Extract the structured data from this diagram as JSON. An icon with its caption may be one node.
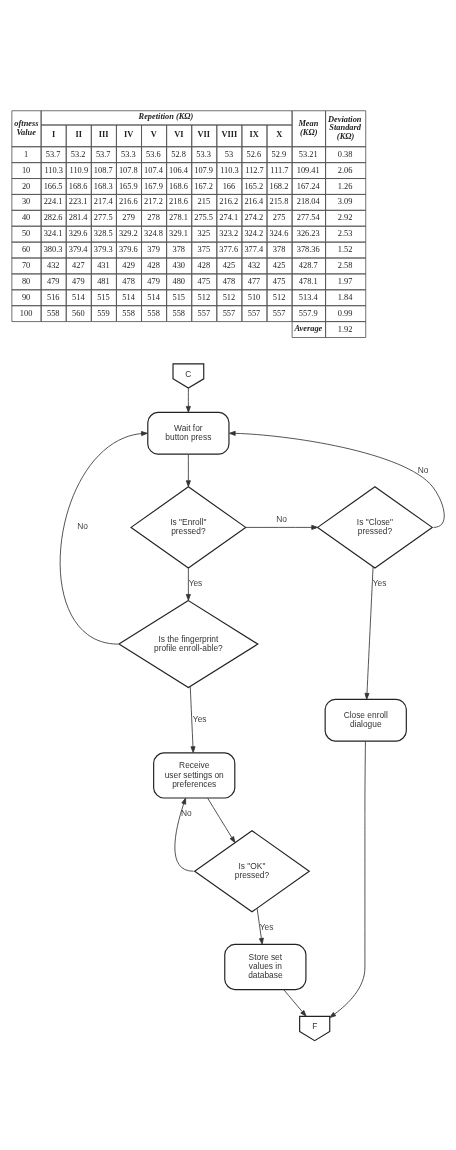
{
  "diagram": {
    "nodes": [
      {
        "text": [
          "C"
        ]
      },
      {
        "text": [
          "Wait for button press"
        ]
      },
      {
        "text": [
          "Is \"Enroll\" pressed?"
        ]
      },
      {
        "text": [
          "Is \"Close\" pressed?"
        ]
      },
      {
        "text": [
          "Is the fingerprint profile enroll-able?"
        ]
      },
      {
        "text": [
          "Close enroll dialogue"
        ]
      },
      {
        "text": [
          "Receive user settings on preferences"
        ]
      },
      {
        "text": [
          "Is \"OK\" pressed?"
        ]
      },
      {
        "text": [
          "Store set values in database"
        ]
      },
      {
        "text": [
          "F"
        ]
      }
    ],
    "edges": [
      {
        "from": 0,
        "to": 1,
        "arrow": "to"
      },
      {
        "from": 1,
        "to": 2,
        "arrow": "to"
      },
      {
        "from": 2,
        "to": 3,
        "arrow": "to",
        "label": "No"
      },
      {
        "from": 3,
        "to": 1,
        "arrow": "to",
        "label": "No"
      },
      {
        "from": 2,
        "to": 4,
        "arrow": "to",
        "label": "Yes"
      },
      {
        "from": 3,
        "to": 5,
        "arrow": "to",
        "label": "Yes"
      },
      {
        "from": 4,
        "to": 1,
        "arrow": "to",
        "label": "No"
      },
      {
        "from": 4,
        "to": 6,
        "arrow": "to",
        "label": "Yes"
      },
      {
        "from": 6,
        "to": 7,
        "arrow": "to"
      },
      {
        "from": 7,
        "to": 6,
        "arrow": "to",
        "label": "No"
      },
      {
        "from": 7,
        "to": 8,
        "arrow": "to",
        "label": "Yes"
      },
      {
        "from": 8,
        "to": 9,
        "arrow": "to"
      },
      {
        "from": 5,
        "to": 9,
        "arrow": "to"
      }
    ],
    "labels": [
      "oftness Value",
      "Repetition (KΩ)",
      "Mean (KΩ)",
      "Deviation Standard (KΩ)",
      "I",
      "II",
      "III",
      "IV",
      "V",
      "VI",
      "VII",
      "VIII",
      "IX",
      "X",
      "1",
      "53.7",
      "53.2",
      "53.7",
      "53.3",
      "53.6",
      "52.8",
      "53.3",
      "53",
      "52.6",
      "52.9",
      "53.21",
      "0.38",
      "10",
      "110.3",
      "110.9",
      "108.7",
      "107.8",
      "107.4",
      "106.4",
      "107.9",
      "110.3",
      "112.7",
      "111.7",
      "109.41",
      "2.06",
      "20",
      "166.5",
      "168.6",
      "168.3",
      "165.9",
      "167.9",
      "168.6",
      "167.2",
      "166",
      "165.2",
      "168.2",
      "167.24",
      "1.26",
      "30",
      "224.1",
      "223.1",
      "217.4",
      "216.6",
      "217.2",
      "218.6",
      "215",
      "216.2",
      "216.4",
      "215.8",
      "218.04",
      "3.09",
      "40",
      "282.6",
      "281.4",
      "277.5",
      "279",
      "278",
      "278.1",
      "275.5",
      "274.1",
      "274.2",
      "275",
      "277.54",
      "2.92",
      "50",
      "324.1",
      "329.6",
      "328.5",
      "329.2",
      "324.8",
      "329.1",
      "325",
      "323.2",
      "324.2",
      "324.6",
      "326.23",
      "2.53",
      "60",
      "380.3",
      "379.4",
      "379.3",
      "379.6",
      "379",
      "378",
      "375",
      "377.6",
      "377.4",
      "378",
      "378.36",
      "1.52",
      "70",
      "432",
      "427",
      "431",
      "429",
      "428",
      "430",
      "428",
      "425",
      "432",
      "425",
      "428.7",
      "2.58",
      "80",
      "479",
      "479",
      "481",
      "478",
      "479",
      "480",
      "475",
      "478",
      "477",
      "475",
      "478.1",
      "1.97",
      "90",
      "516",
      "514",
      "515",
      "514",
      "514",
      "515",
      "512",
      "512",
      "510",
      "512",
      "513.4",
      "1.84",
      "100",
      "558",
      "560",
      "559",
      "558",
      "558",
      "558",
      "557",
      "557",
      "557",
      "557",
      "557.9",
      "0.99",
      "Average",
      "1.92"
    ]
  }
}
